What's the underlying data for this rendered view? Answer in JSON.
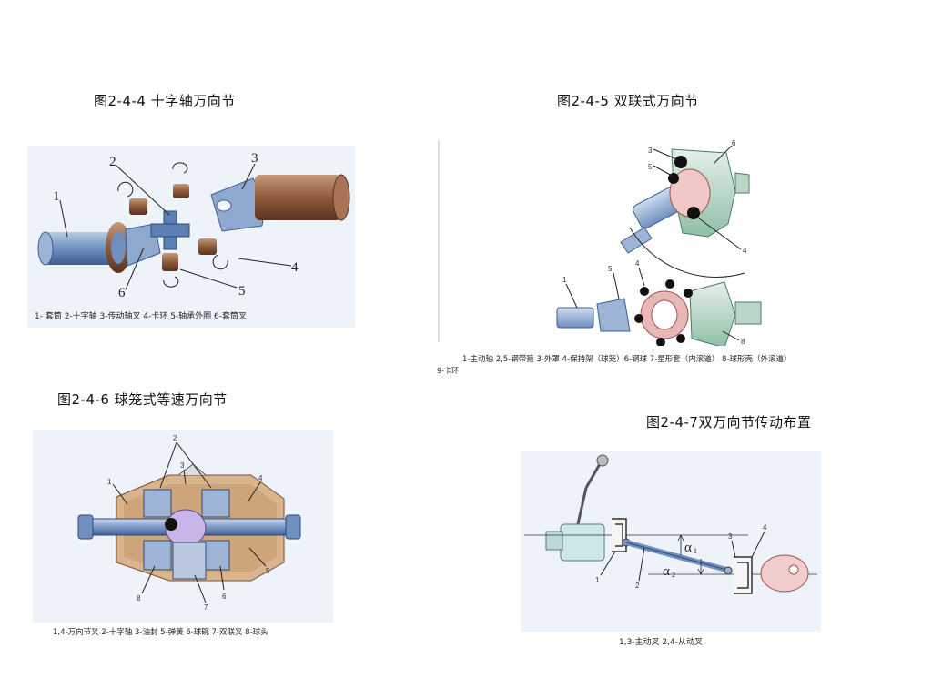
{
  "figures": [
    {
      "caption": "图2-4-4   十字轴万向节",
      "legend": "1- 套筒  2-十字轴  3-传动轴叉  4-卡环  5-轴承外圈  6-套筒叉",
      "callouts": [
        "1",
        "2",
        "3",
        "4",
        "5",
        "6"
      ]
    },
    {
      "caption": "图2-4-5  双联式万向节",
      "legend": "1-主动轴  2,5-钢带箍  3-外罩  4-保持架（球笼）6-钢球  7-星形套（内滚道）  8-球形壳（外滚道）",
      "legend_extra": "9-卡环",
      "callouts": [
        "1",
        "3",
        "4",
        "5",
        "6",
        "8"
      ]
    },
    {
      "caption": "图2-4-6  球笼式等速万向节",
      "legend": "1,4-万向节叉  2-十字轴  3-油封  5-弹簧  6-球碗  7-双联叉  8-球头",
      "callouts": [
        "1",
        "2",
        "3",
        "4",
        "5",
        "6",
        "7",
        "8"
      ]
    },
    {
      "caption": "图2-4-7双万向节传动布置",
      "legend": "1,3-主动叉  2,4-从动叉",
      "callouts": [
        "1",
        "2",
        "3",
        "4"
      ],
      "angles": [
        "α",
        "1",
        "α",
        "2"
      ]
    }
  ]
}
